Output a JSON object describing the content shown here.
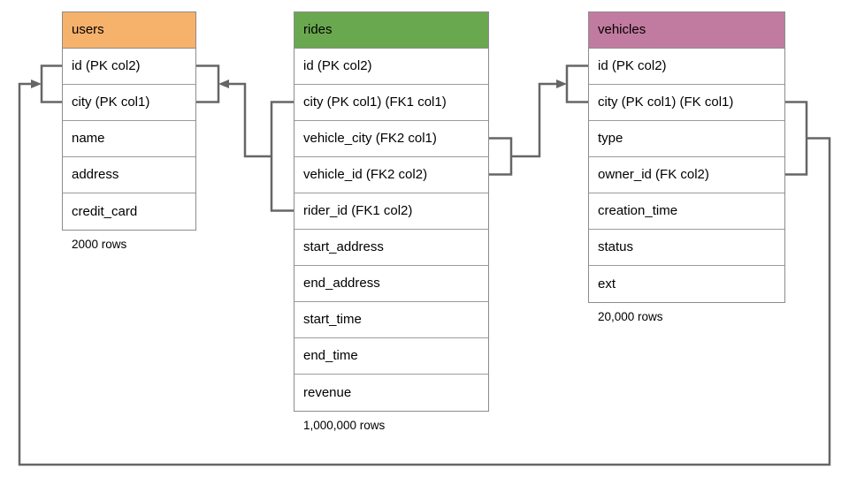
{
  "diagram": {
    "tables": [
      {
        "name": "users",
        "header_color": "#f6b26b",
        "columns": [
          "id (PK col2)",
          "city (PK col1)",
          "name",
          "address",
          "credit_card"
        ],
        "rows_label": "2000 rows"
      },
      {
        "name": "rides",
        "header_color": "#6aa84f",
        "columns": [
          "id (PK col2)",
          "city (PK col1) (FK1 col1)",
          "vehicle_city (FK2 col1)",
          "vehicle_id (FK2 col2)",
          "rider_id (FK1 col2)",
          "start_address",
          "end_address",
          "start_time",
          "end_time",
          "revenue"
        ],
        "rows_label": "1,000,000 rows"
      },
      {
        "name": "vehicles",
        "header_color": "#c27ba0",
        "columns": [
          "id (PK col2)",
          "city (PK col1) (FK col1)",
          "type",
          "owner_id (FK col2)",
          "creation_time",
          "status",
          "ext"
        ],
        "rows_label": "20,000 rows"
      }
    ],
    "relationships": [
      {
        "from": "rides (city, rider_id) FK1",
        "to": "users (city, id)"
      },
      {
        "from": "rides (vehicle_city, vehicle_id) FK2",
        "to": "vehicles (city, id)"
      },
      {
        "from": "vehicles (city, owner_id) FK",
        "to": "users (city, id)"
      }
    ],
    "colors": {
      "line": "#666666",
      "table_border": "#8c8c8c",
      "row_divider": "#9b9b9b",
      "background": "#ffffff",
      "text": "#000000"
    }
  }
}
